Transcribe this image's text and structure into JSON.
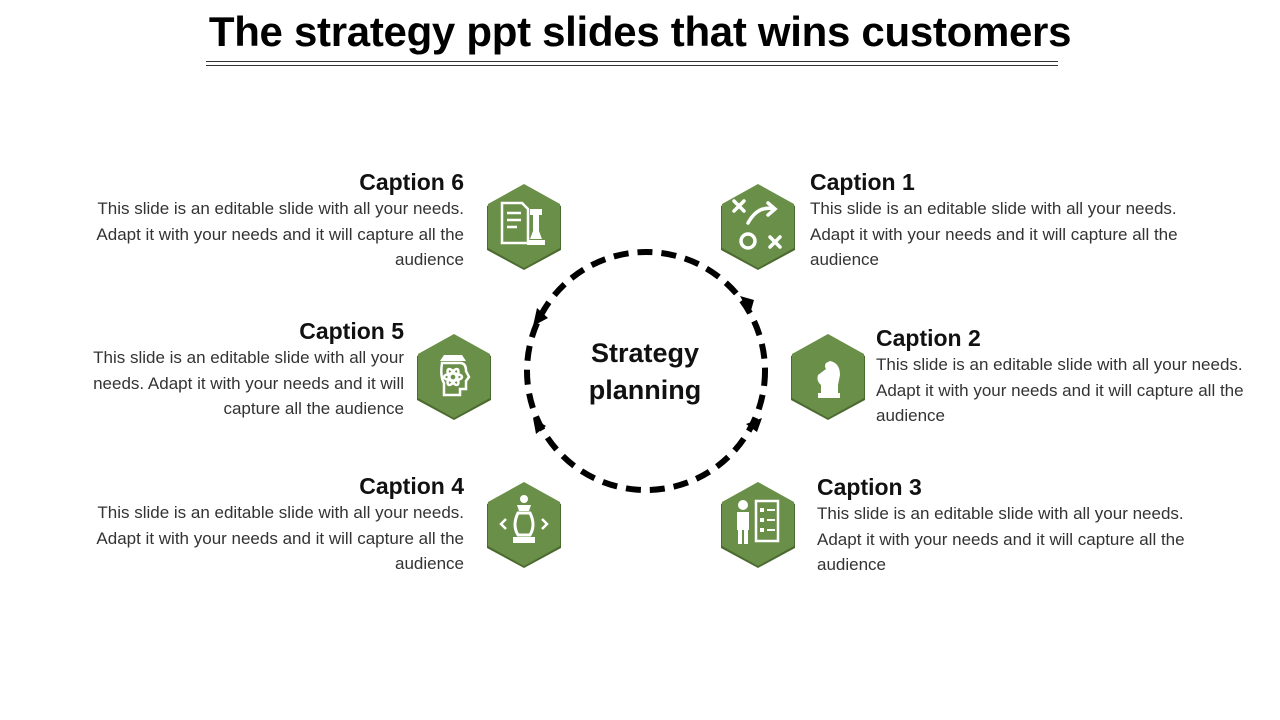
{
  "title": "The strategy ppt slides that wins customers",
  "center_label_line1": "Strategy",
  "center_label_line2": "planning",
  "colors": {
    "hex_fill": "#6a8f48",
    "hex_shadow": "#4b6a30",
    "ring": "#000000"
  },
  "captions": [
    {
      "title": "Caption 1",
      "text": "This slide is an editable slide with all your needs. Adapt it with your needs and it will capture all the audience",
      "icon": "strategy-play-icon"
    },
    {
      "title": "Caption 2",
      "text": "This slide is an editable slide with all your needs. Adapt it with your needs and it will capture all the audience",
      "icon": "chess-knight-icon"
    },
    {
      "title": "Caption 3",
      "text": "This slide is an editable slide with all your needs. Adapt it with your needs and it will capture all the audience",
      "icon": "person-checklist-icon"
    },
    {
      "title": "Caption 4",
      "text": "This slide is an editable slide with all your needs. Adapt it with your needs and it will capture all the audience",
      "icon": "chess-pawn-arrows-icon"
    },
    {
      "title": "Caption 5",
      "text": "This slide is an editable slide with all your needs. Adapt it with your needs and it will capture all the audience",
      "icon": "head-atom-icon"
    },
    {
      "title": "Caption 6",
      "text": "This slide is an editable slide with all your needs. Adapt it with your needs and it will capture all the audience",
      "icon": "document-chess-icon"
    }
  ]
}
